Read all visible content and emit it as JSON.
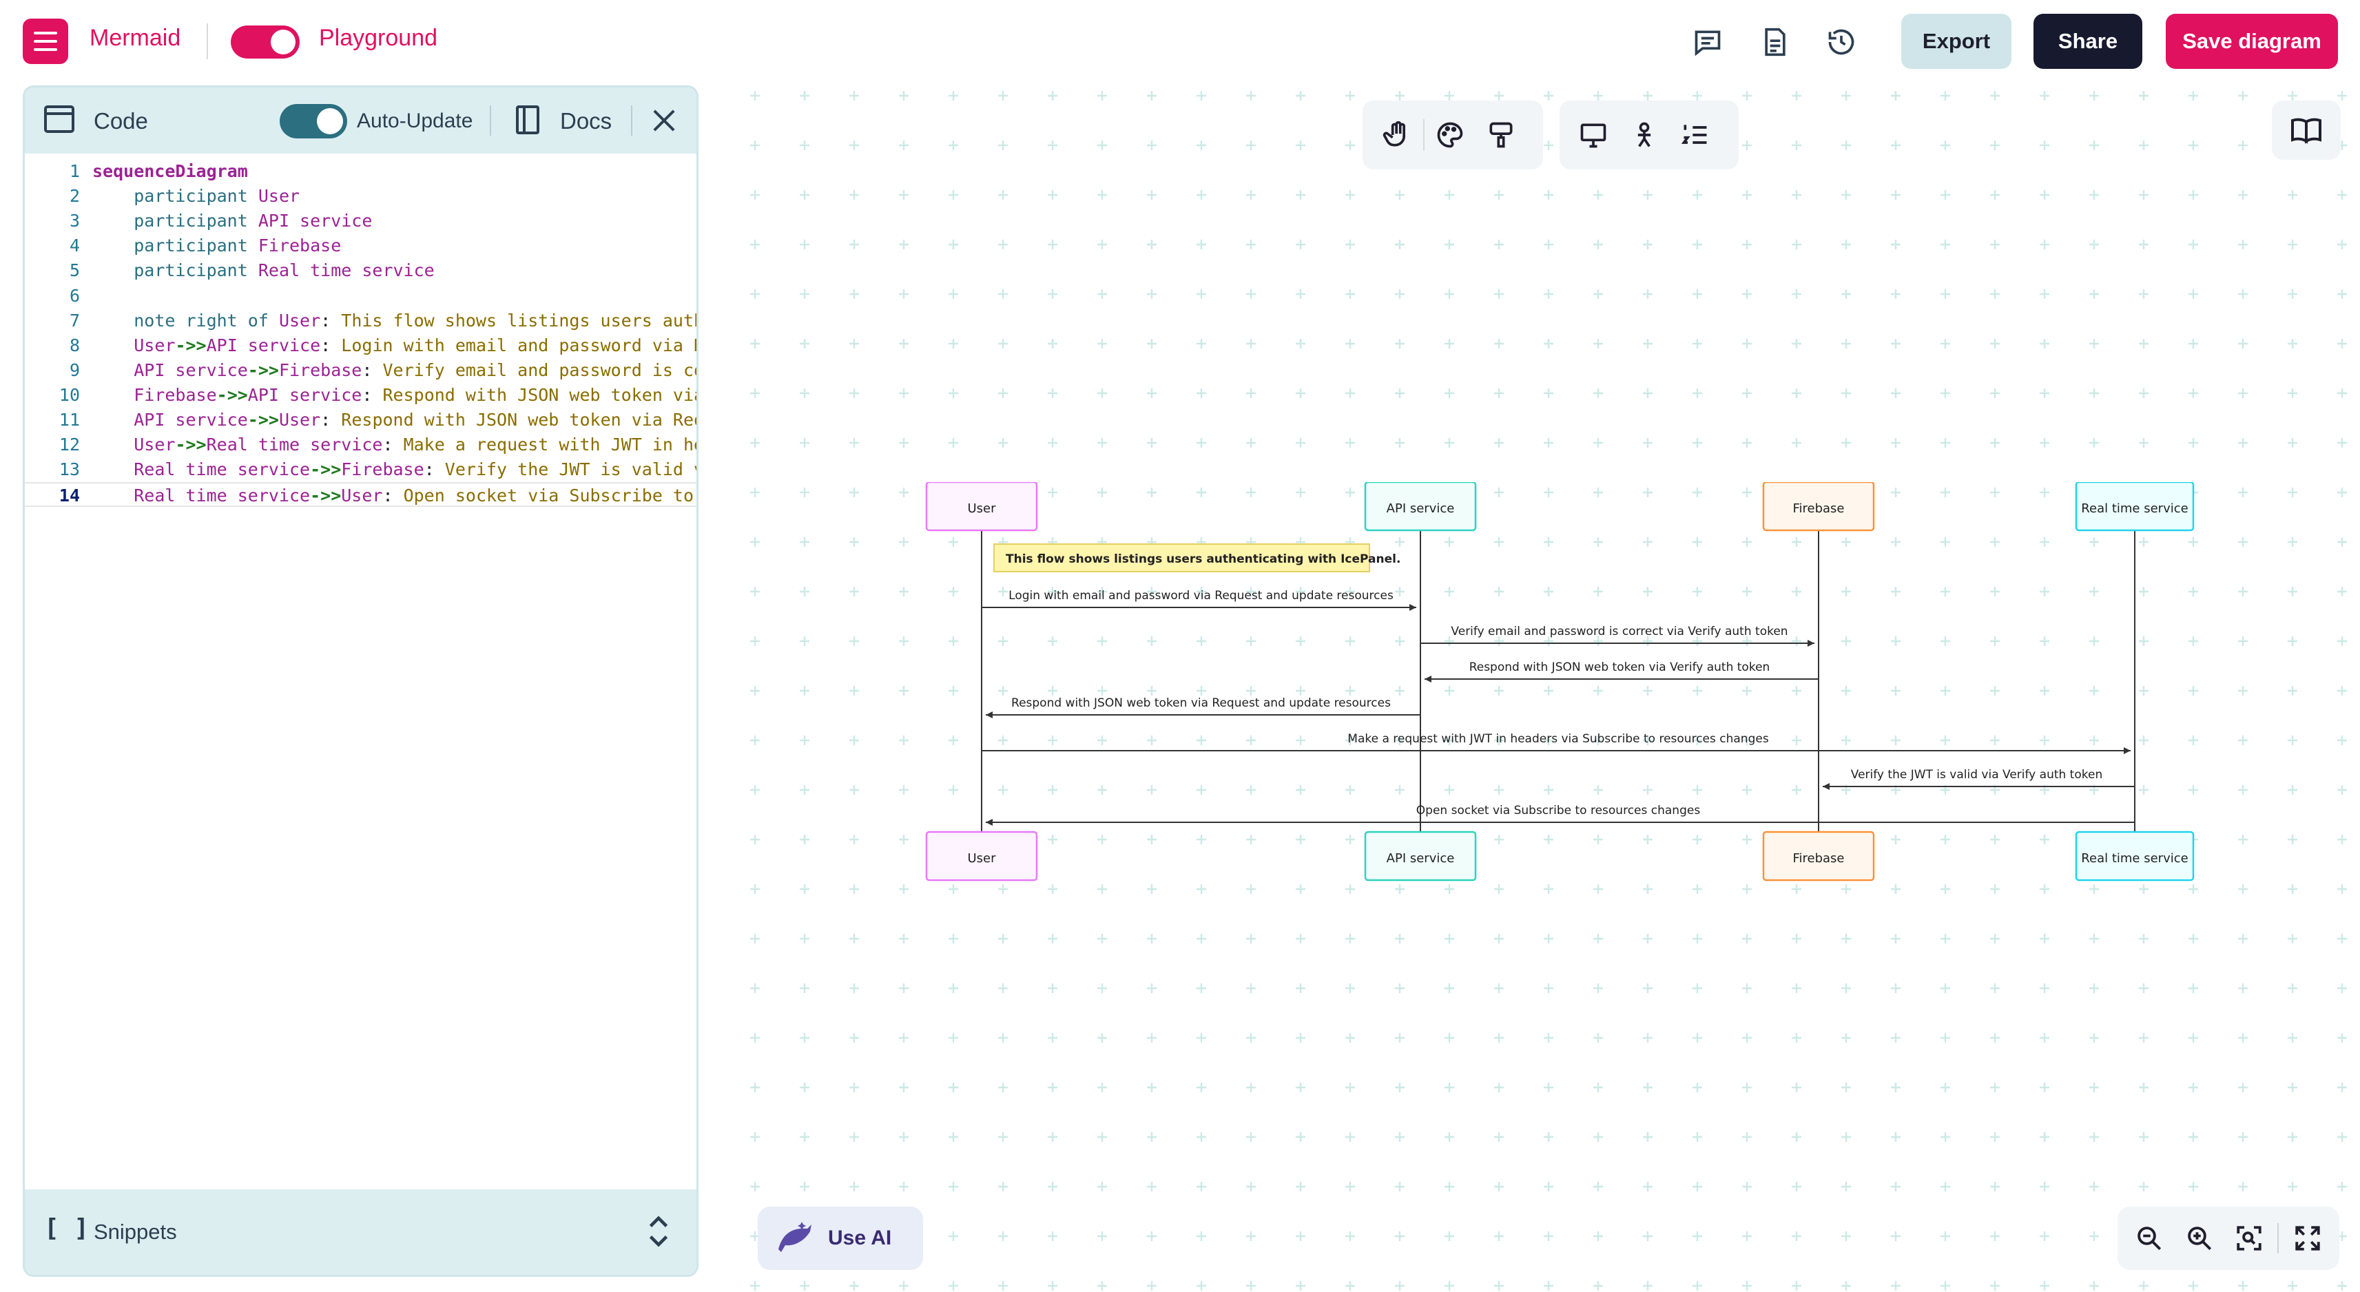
{
  "header": {
    "brand": "Mermaid",
    "mode_label": "Playground",
    "export_label": "Export",
    "share_label": "Share",
    "save_label": "Save diagram",
    "accent_color": "#e0115f"
  },
  "editor": {
    "title": "Code",
    "auto_update_label": "Auto-Update",
    "docs_label": "Docs",
    "snippets_label": "Snippets",
    "lines": [
      {
        "n": "1",
        "text": "sequenceDiagram"
      },
      {
        "n": "2",
        "text": "    participant User"
      },
      {
        "n": "3",
        "text": "    participant API service"
      },
      {
        "n": "4",
        "text": "    participant Firebase"
      },
      {
        "n": "5",
        "text": "    participant Real time service"
      },
      {
        "n": "6",
        "text": ""
      },
      {
        "n": "7",
        "text": "    note right of User: This flow shows listings users authenticating with IcePanel."
      },
      {
        "n": "8",
        "text": "    User->>API service: Login with email and password via Request and update resources"
      },
      {
        "n": "9",
        "text": "    API service->>Firebase: Verify email and password is correct via Verify auth token"
      },
      {
        "n": "10",
        "text": "    Firebase->>API service: Respond with JSON web token via Verify auth token"
      },
      {
        "n": "11",
        "text": "    API service->>User: Respond with JSON web token via Request and update resources"
      },
      {
        "n": "12",
        "text": "    User->>Real time service: Make a request with JWT in headers via Subscribe to resources changes"
      },
      {
        "n": "13",
        "text": "    Real time service->>Firebase: Verify the JWT is valid via Verify auth token"
      },
      {
        "n": "14",
        "text": "    Real time service->>User: Open socket via Subscribe to resources changes"
      }
    ]
  },
  "canvas": {
    "use_ai_label": "Use AI"
  },
  "diagram": {
    "participants": [
      {
        "name": "User",
        "border": "#e879f9",
        "fill": "#fdf4ff"
      },
      {
        "name": "API service",
        "border": "#2dd4bf",
        "fill": "#f0fdfa"
      },
      {
        "name": "Firebase",
        "border": "#fb923c",
        "fill": "#fff7ed"
      },
      {
        "name": "Real time service",
        "border": "#22d3ee",
        "fill": "#ecfeff"
      }
    ],
    "note": "This flow shows listings users authenticating with IcePanel.",
    "messages": [
      {
        "from": 0,
        "to": 1,
        "text": "Login with email and password via Request and update resources"
      },
      {
        "from": 1,
        "to": 2,
        "text": "Verify email and password is correct via Verify auth token"
      },
      {
        "from": 2,
        "to": 1,
        "text": "Respond with JSON web token via Verify auth token"
      },
      {
        "from": 1,
        "to": 0,
        "text": "Respond with JSON web token via Request and update resources"
      },
      {
        "from": 0,
        "to": 3,
        "text": "Make a request with JWT in headers via Subscribe to resources changes"
      },
      {
        "from": 3,
        "to": 2,
        "text": "Verify the JWT is valid via Verify auth token"
      },
      {
        "from": 3,
        "to": 0,
        "text": "Open socket via Subscribe to resources changes"
      }
    ]
  }
}
